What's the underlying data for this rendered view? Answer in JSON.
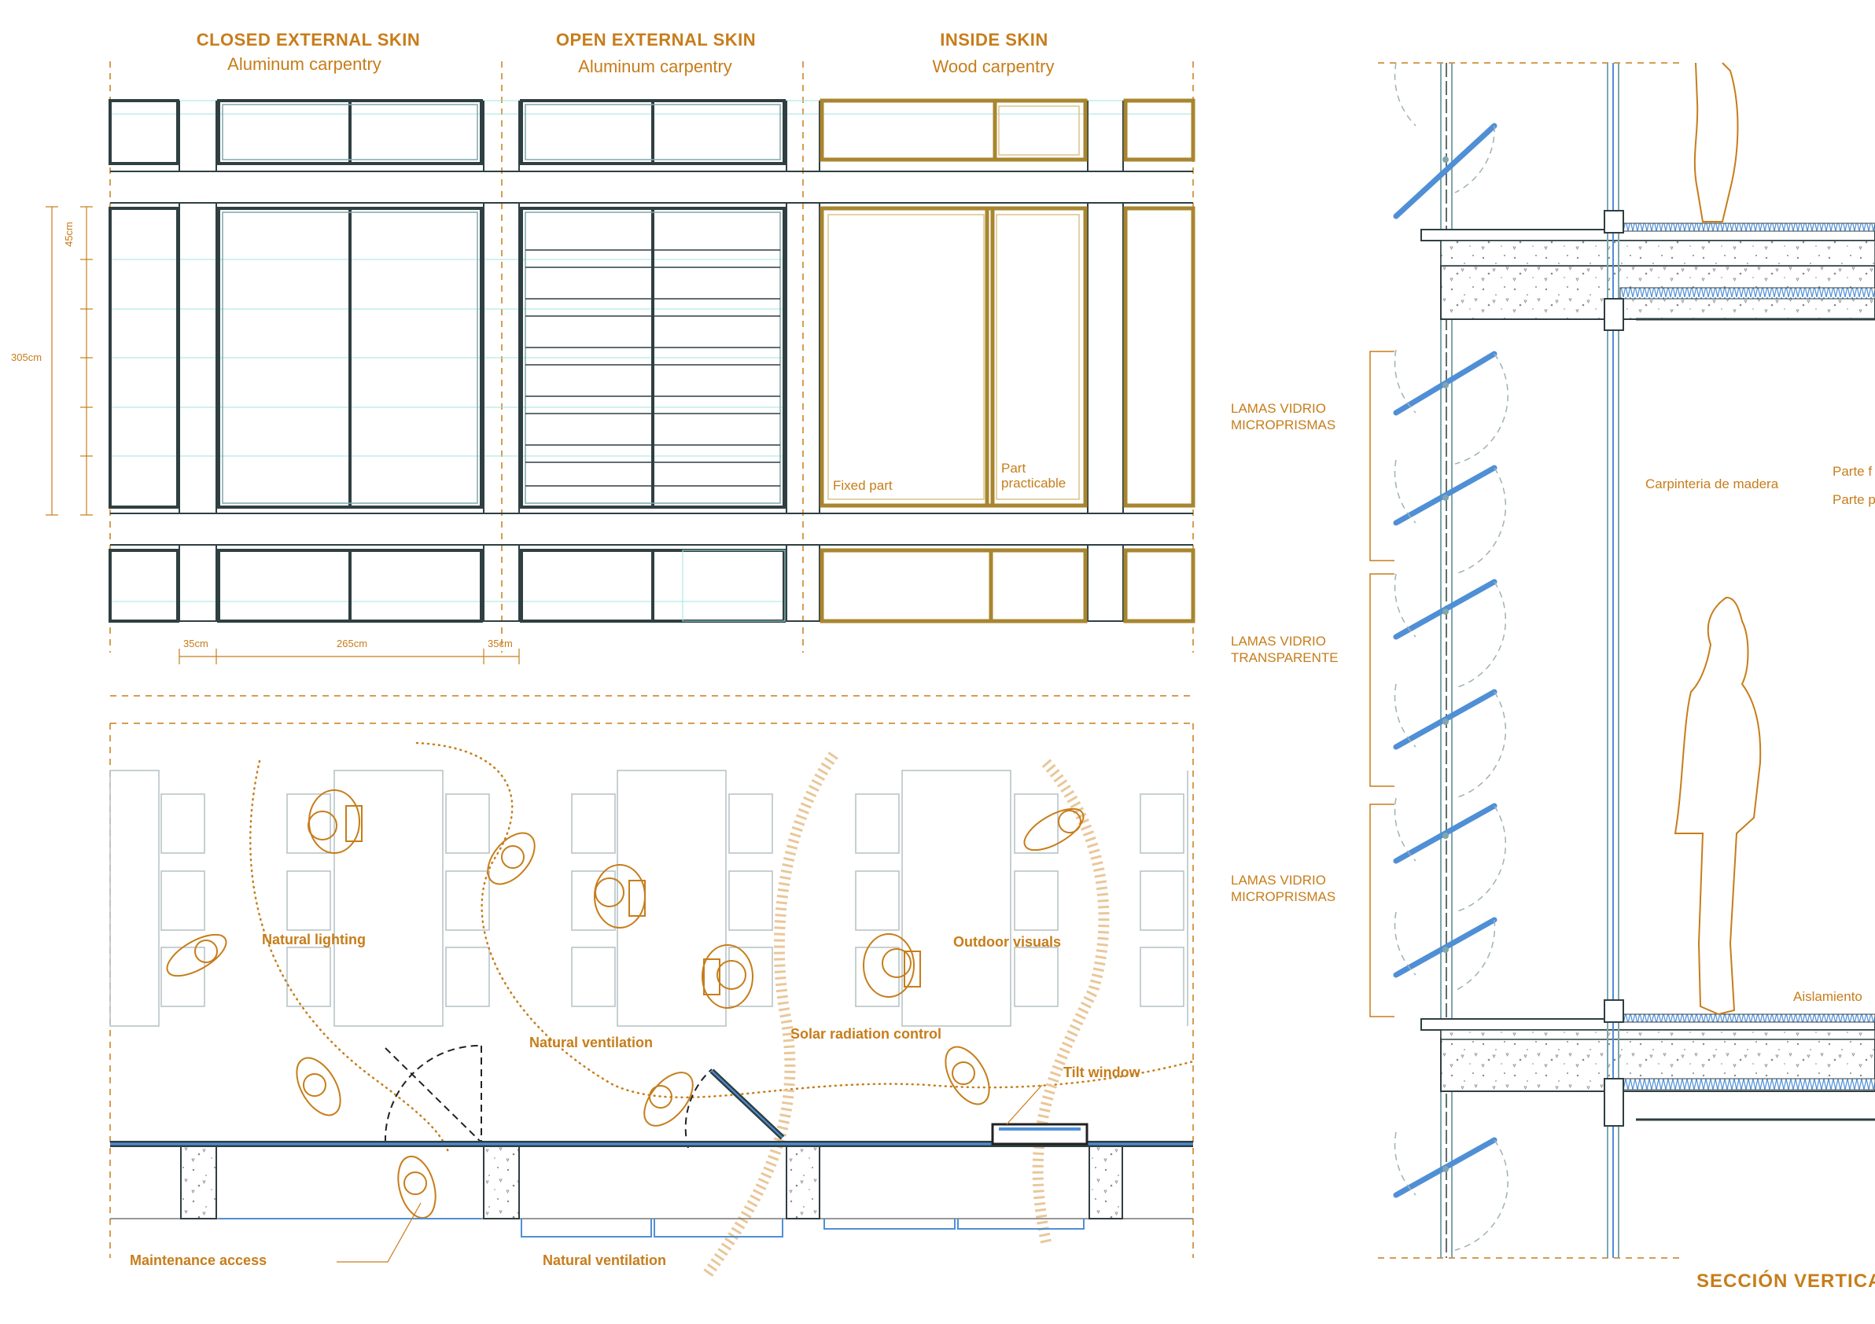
{
  "colors": {
    "accent": "#C77D1A",
    "wood": "#A8862F",
    "steel": "#2F3F42",
    "glass": "#4F8FD6",
    "thin": "#9FE3E0",
    "furniture": "#B9C4C6"
  },
  "elevation": {
    "headers": [
      {
        "title": "CLOSED EXTERNAL SKIN",
        "subtitle": "Aluminum carpentry"
      },
      {
        "title": "OPEN EXTERNAL SKIN",
        "subtitle": "Aluminum carpentry"
      },
      {
        "title": "INSIDE SKIN",
        "subtitle": "Wood carpentry"
      }
    ],
    "labels": {
      "fixed_part": "Fixed part",
      "part_line1": "Part",
      "part_line2": "practicable"
    },
    "dimensions": {
      "d45": "45cm",
      "d305": "305cm",
      "d35a": "35cm",
      "d265": "265cm",
      "d35b": "35cm"
    }
  },
  "plan": {
    "labels": {
      "natural_lighting": "Natural lighting",
      "outdoor_visuals": "Outdoor visuals",
      "natural_ventilation_top": "Natural ventilation",
      "solar_radiation": "Solar radiation control",
      "tilt_window": "Tilt window",
      "maintenance_access": "Maintenance access",
      "natural_ventilation_bottom": "Natural ventilation"
    }
  },
  "section": {
    "louvre_labels": [
      {
        "line1": "LAMAS VIDRIO",
        "line2": "MICROPRISMAS"
      },
      {
        "line1": "LAMAS VIDRIO",
        "line2": "TRANSPARENTE"
      },
      {
        "line1": "LAMAS VIDRIO",
        "line2": "MICROPRISMAS"
      }
    ],
    "carpinteria": "Carpinteria de madera",
    "parte_1": "Parte f",
    "parte_2": "Parte p",
    "aislamiento": "Aislamiento",
    "title": "SECCIÓN VERTICA"
  }
}
